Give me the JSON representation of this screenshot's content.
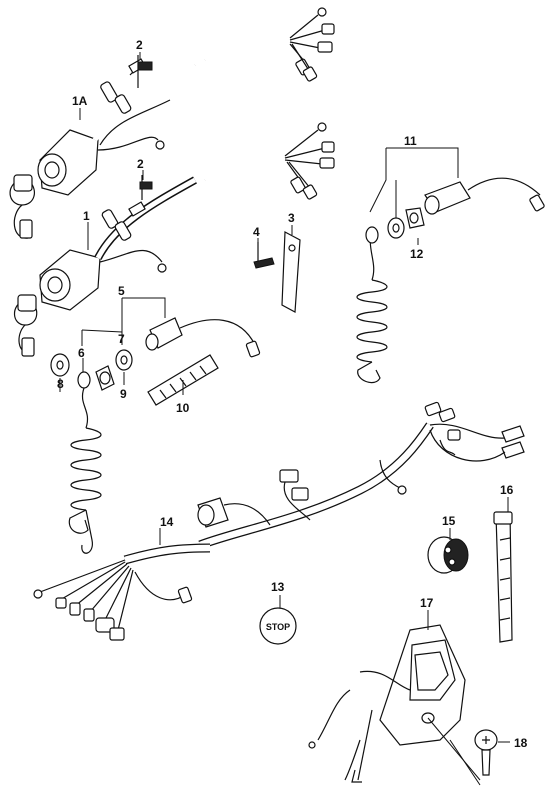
{
  "diagram": {
    "labels": {
      "p1a": "1A",
      "p2a": "2",
      "p2b": "2",
      "p1": "1",
      "p3": "3",
      "p4": "4",
      "p5": "5",
      "p6": "6",
      "p7": "7",
      "p8": "8",
      "p9": "9",
      "p10": "10",
      "p11": "11",
      "p12": "12",
      "p13": "13",
      "p14": "14",
      "p15": "15",
      "p16": "16",
      "p17": "17",
      "p18": "18"
    },
    "stop_plate_text": "STOP"
  }
}
